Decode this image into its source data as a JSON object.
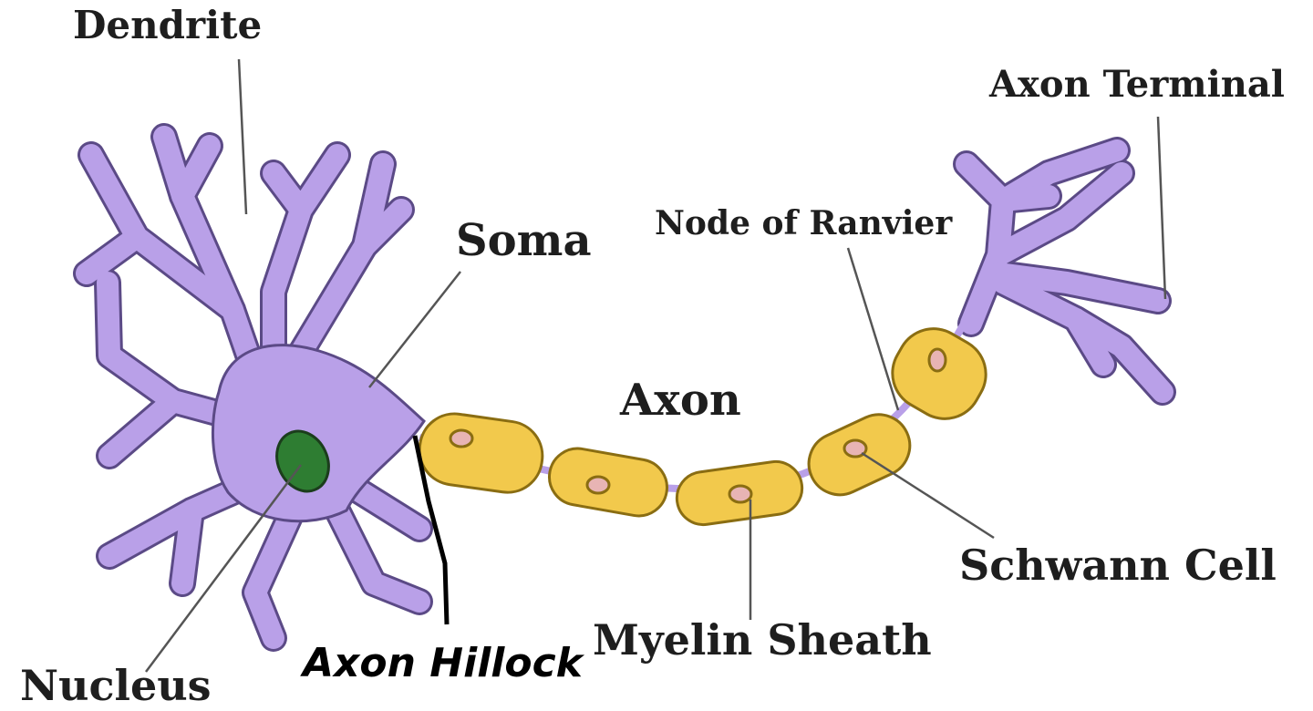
{
  "labels": {
    "dendrite": "Dendrite",
    "axon_terminal": "Axon Terminal",
    "soma": "Soma",
    "node_of_ranvier": "Node of Ranvier",
    "axon": "Axon",
    "schwann_cell": "Schwann Cell",
    "myelin_sheath": "Myelin Sheath",
    "nucleus": "Nucleus",
    "axon_hillock": "Axon Hillock"
  },
  "colors": {
    "cell_body": "#b9a0e8",
    "cell_outline": "#5b4a86",
    "myelin": "#f2c94c",
    "myelin_outline": "#8a6d12",
    "schwann_nucleus": "#e8b4b4",
    "nucleus": "#2e7d32"
  }
}
